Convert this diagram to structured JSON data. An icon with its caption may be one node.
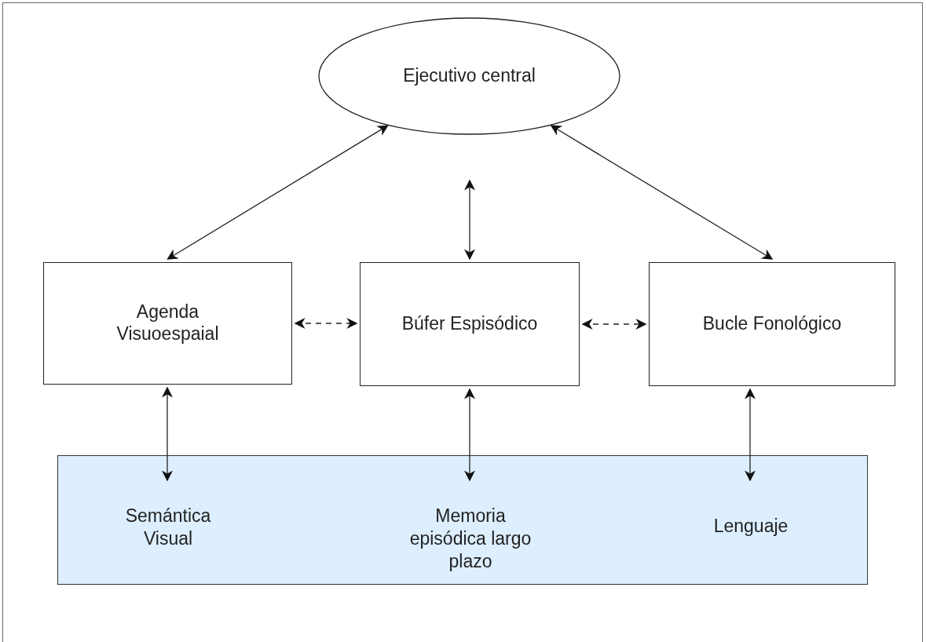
{
  "diagram": {
    "nodes": [
      {
        "text": [
          "Ejecutivo central"
        ]
      },
      {
        "text": [
          "Agenda Visuoespaial"
        ]
      },
      {
        "text": [
          "Búfer Espisódico"
        ]
      },
      {
        "text": [
          "Bucle Fonológico"
        ]
      },
      {
        "text": [],
        "shape": "box"
      },
      {
        "text": [
          "Semántica Visual"
        ],
        "in": 4
      },
      {
        "text": [
          "Memoria episódica largo plazo"
        ],
        "in": 4
      },
      {
        "text": [
          "Lenguaje"
        ],
        "in": 4
      }
    ],
    "edges": [
      {
        "from": 0,
        "to": 1,
        "arrow": "both"
      },
      {
        "from": 0,
        "to": 2,
        "arrow": "both"
      },
      {
        "from": 0,
        "to": 3,
        "arrow": "both"
      },
      {
        "from": 1,
        "to": 2,
        "arrow": "both",
        "style": "dashed"
      },
      {
        "from": 2,
        "to": 3,
        "arrow": "both",
        "style": "dashed"
      },
      {
        "from": 1,
        "to": 5,
        "arrow": "both"
      },
      {
        "from": 2,
        "to": 6,
        "arrow": "both"
      },
      {
        "from": 3,
        "to": 7,
        "arrow": "both"
      }
    ]
  }
}
